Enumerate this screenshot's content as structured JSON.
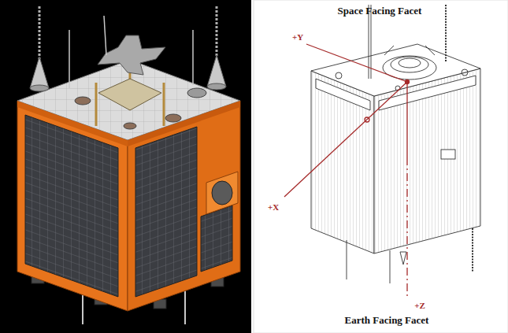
{
  "diagram": {
    "labels": [
      "Space Facing Facet",
      "+Y",
      "+X",
      "+Z",
      "Earth Facing Facet"
    ]
  }
}
